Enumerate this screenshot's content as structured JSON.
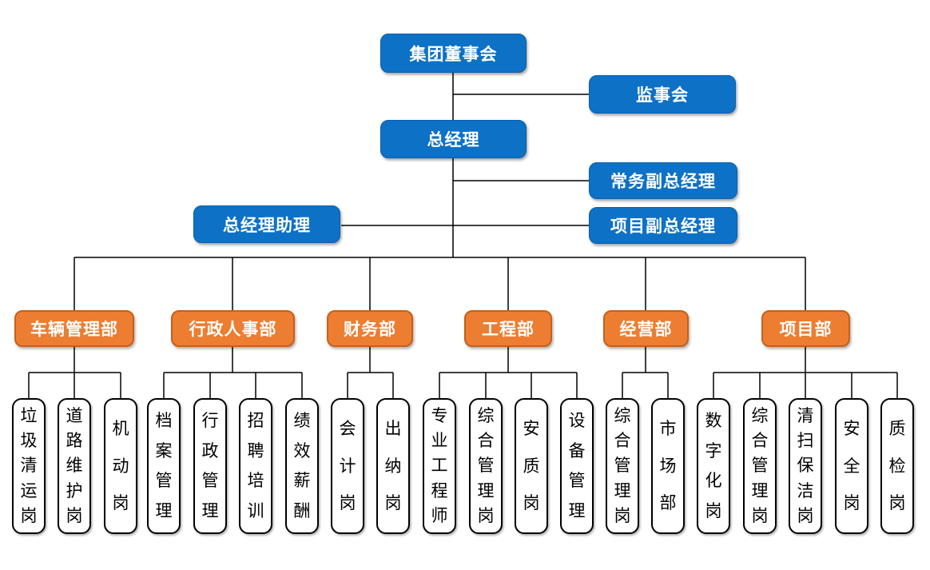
{
  "org_chart": {
    "executive_nodes": [
      {
        "label": "集团董事会"
      },
      {
        "label": "监事会"
      },
      {
        "label": "总经理"
      },
      {
        "label": "常务副总经理"
      },
      {
        "label": "项目副总经理"
      },
      {
        "label": "总经理助理"
      }
    ],
    "departments": [
      {
        "label": "车辆管理部",
        "positions": [
          "垃圾清运岗",
          "道路维护岗",
          "机动岗"
        ]
      },
      {
        "label": "行政人事部",
        "positions": [
          "档案管理",
          "行政管理",
          "招聘培训",
          "绩效薪酬"
        ]
      },
      {
        "label": "财务部",
        "positions": [
          "会计岗",
          "出纳岗"
        ]
      },
      {
        "label": "工程部",
        "positions": [
          "专业工程师",
          "综合管理岗",
          "安质岗",
          "设备管理"
        ]
      },
      {
        "label": "经营部",
        "positions": [
          "综合管理岗",
          "市场部"
        ]
      },
      {
        "label": "项目部",
        "positions": [
          "数字化岗",
          "综合管理岗",
          "清扫保洁岗",
          "安全岗",
          "质检岗"
        ]
      }
    ],
    "colors": {
      "executive_fill": "#0d71c6",
      "department_fill": "#ed7d31",
      "position_fill": "#ffffff",
      "position_border": "#000000",
      "connector": "#000000",
      "text_on_fill": "#ffffff",
      "position_text": "#000000"
    }
  }
}
